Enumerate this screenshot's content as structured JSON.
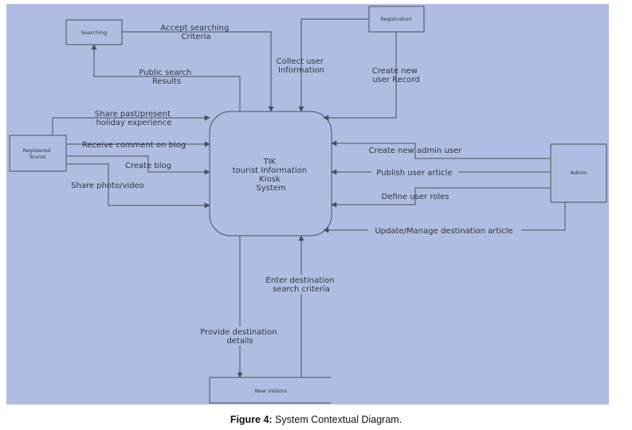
{
  "colors": {
    "background": "#b0bde2",
    "line": "#4a4f5c",
    "text": "#2e3440"
  },
  "entities": {
    "searching": "Searching",
    "registration": "Registration",
    "registered_tourist": [
      "Registered",
      "Tourist"
    ],
    "admin": "Admin",
    "new_visitors": "New Visitors"
  },
  "system": [
    "TIK",
    "tourist Information",
    "Kiosk",
    "System"
  ],
  "flows": {
    "accept_searching_criteria": [
      "Accept searching",
      "Criteria"
    ],
    "public_search_results": [
      "Public search",
      "Results"
    ],
    "collect_user_information": [
      "Collect user",
      "Information"
    ],
    "create_new_user_record": [
      "Create new",
      "user Record"
    ],
    "share_holiday_experience": [
      "Share  past/present",
      "holiday experience"
    ],
    "receive_comment_on_blog": "Receive comment on blog",
    "create_blog": "Create blog",
    "share_photo_video": "Share photo/video",
    "create_new_admin_user": "Create new admin user",
    "publish_user_article": "Publish user article",
    "define_user_roles": "Define user roles",
    "update_manage_destination_article": "Update/Manage destination article",
    "enter_destination_search_criteria": [
      "Enter destination",
      "search criteria"
    ],
    "provide_destination_details": [
      "Provide destination",
      "details"
    ]
  },
  "caption": {
    "label": "Figure 4:",
    "text": " System Contextual Diagram."
  }
}
